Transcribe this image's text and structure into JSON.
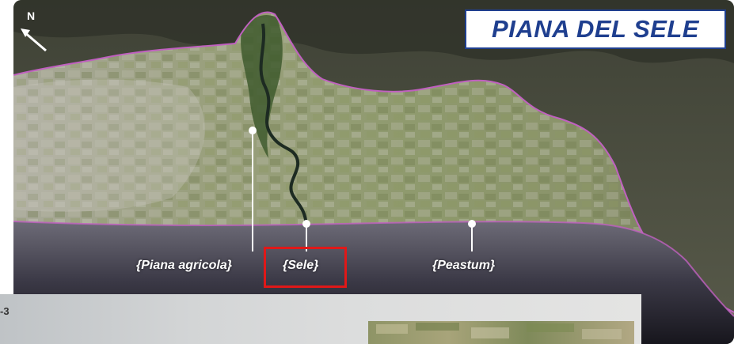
{
  "title": "PIANA DEL SELE",
  "north_arrow": {
    "letter": "N",
    "icon": "north-arrow-icon"
  },
  "callouts": [
    {
      "id": "piana-agricola",
      "label": "{Piana agricola}"
    },
    {
      "id": "sele",
      "label": "{Sele}"
    },
    {
      "id": "peastum",
      "label": "{Peastum}"
    }
  ],
  "highlighted_callout": "{Sele}",
  "inset": {
    "label": "-3"
  },
  "colors": {
    "title_text": "#1f3f8f",
    "title_border": "#1f3f8f",
    "highlight_box": "#e01818",
    "boundary_line": "#c060c0",
    "callout_line": "#ffffff"
  }
}
